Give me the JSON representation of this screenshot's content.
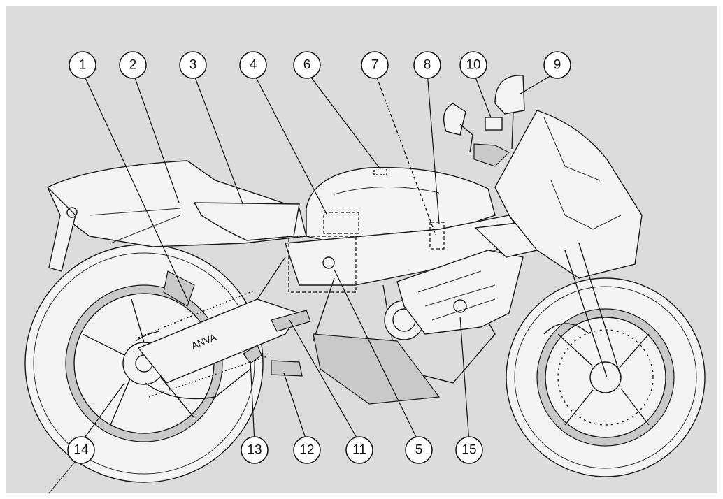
{
  "colors": {
    "panel_background": "#dcdcdc",
    "line": "#1a1a1a",
    "part_fill": "#f4f4f4"
  },
  "callouts": [
    {
      "id": "c1",
      "label": "1"
    },
    {
      "id": "c2",
      "label": "2"
    },
    {
      "id": "c3",
      "label": "3"
    },
    {
      "id": "c4",
      "label": "4"
    },
    {
      "id": "c6",
      "label": "6"
    },
    {
      "id": "c7",
      "label": "7"
    },
    {
      "id": "c8",
      "label": "8"
    },
    {
      "id": "c10",
      "label": "10"
    },
    {
      "id": "c9",
      "label": "9"
    },
    {
      "id": "c14",
      "label": "14"
    },
    {
      "id": "c13",
      "label": "13"
    },
    {
      "id": "c12",
      "label": "12"
    },
    {
      "id": "c11",
      "label": "11"
    },
    {
      "id": "c5",
      "label": "5"
    },
    {
      "id": "c15",
      "label": "15"
    }
  ]
}
